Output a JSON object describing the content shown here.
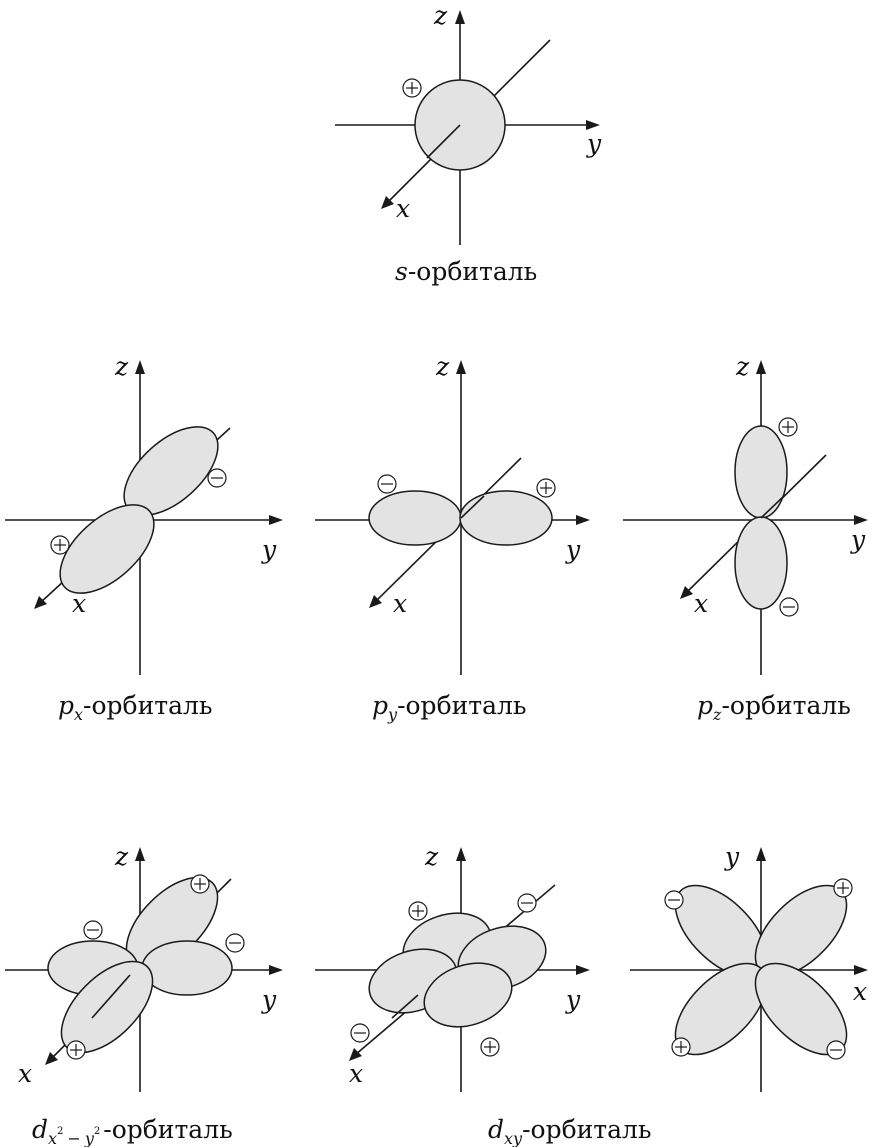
{
  "axis_labels": {
    "x": "x",
    "y": "y",
    "z": "z"
  },
  "signs": {
    "plus": "+",
    "minus": "−"
  },
  "captions": {
    "s": {
      "var": "s",
      "text": "-орбиталь"
    },
    "px": {
      "var": "p",
      "sub": "x",
      "text": "-орбиталь"
    },
    "py": {
      "var": "p",
      "sub": "y",
      "text": "-орбиталь"
    },
    "pz": {
      "var": "p",
      "sub": "z",
      "text": "-орбиталь"
    },
    "dx2y2": {
      "var": "d",
      "sub_a": "x",
      "sup_a": "2",
      "minus": "−",
      "sub_b": "y",
      "sup_b": "2",
      "text": "-орбиталь"
    },
    "dxy": {
      "var": "d",
      "sub": "xy",
      "text": "-орбиталь"
    }
  },
  "panels": [
    {
      "id": "s",
      "axes": [
        "z",
        "y",
        "x"
      ],
      "signs": [
        "plus"
      ]
    },
    {
      "id": "px",
      "axes": [
        "z",
        "y",
        "x"
      ],
      "signs": [
        "minus",
        "plus"
      ]
    },
    {
      "id": "py",
      "axes": [
        "z",
        "y",
        "x"
      ],
      "signs": [
        "minus",
        "plus"
      ]
    },
    {
      "id": "pz",
      "axes": [
        "z",
        "y",
        "x"
      ],
      "signs": [
        "plus",
        "minus"
      ]
    },
    {
      "id": "dx2y2",
      "axes": [
        "z",
        "y",
        "x"
      ],
      "signs": [
        "plus",
        "minus",
        "minus",
        "plus"
      ]
    },
    {
      "id": "dxy-3d",
      "axes": [
        "z",
        "y",
        "x"
      ],
      "signs": [
        "plus",
        "minus",
        "minus",
        "plus"
      ]
    },
    {
      "id": "dxy-plane",
      "axes": [
        "y",
        "x"
      ],
      "signs": [
        "minus",
        "plus",
        "plus",
        "minus"
      ]
    }
  ]
}
